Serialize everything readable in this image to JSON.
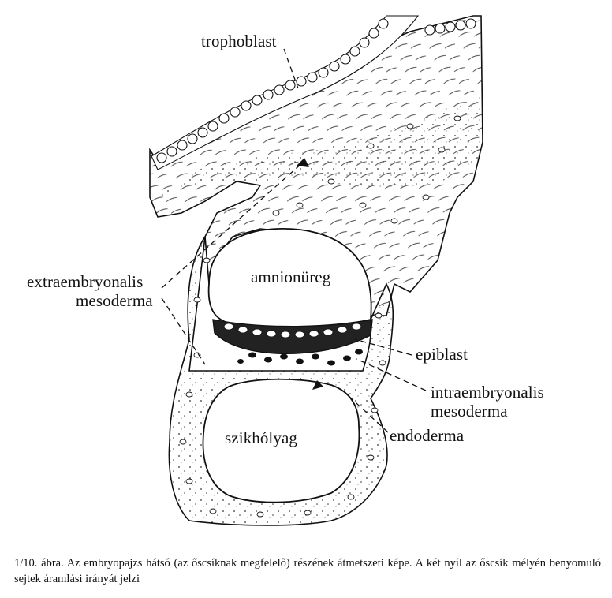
{
  "labels": {
    "trophoblast": "trophoblast",
    "extraembryonalis_line1": "extraembryonalis",
    "extraembryonalis_line2": "mesoderma",
    "amnionureg": "amnionüreg",
    "epiblast": "epiblast",
    "intraembryonalis_line1": "intraembryonalis",
    "intraembryonalis_line2": "mesoderma",
    "endoderma": "endoderma",
    "szikholyag": "szikhólyag"
  },
  "caption": "1/10. ábra. Az embryopajzs hátsó (az őscsíknak megfelelő) részének átmetszeti képe. A két nyíl az őscsík mélyén benyomuló sejtek áramlási irányát jelzi",
  "colors": {
    "ink": "#111111",
    "paper": "#ffffff"
  }
}
